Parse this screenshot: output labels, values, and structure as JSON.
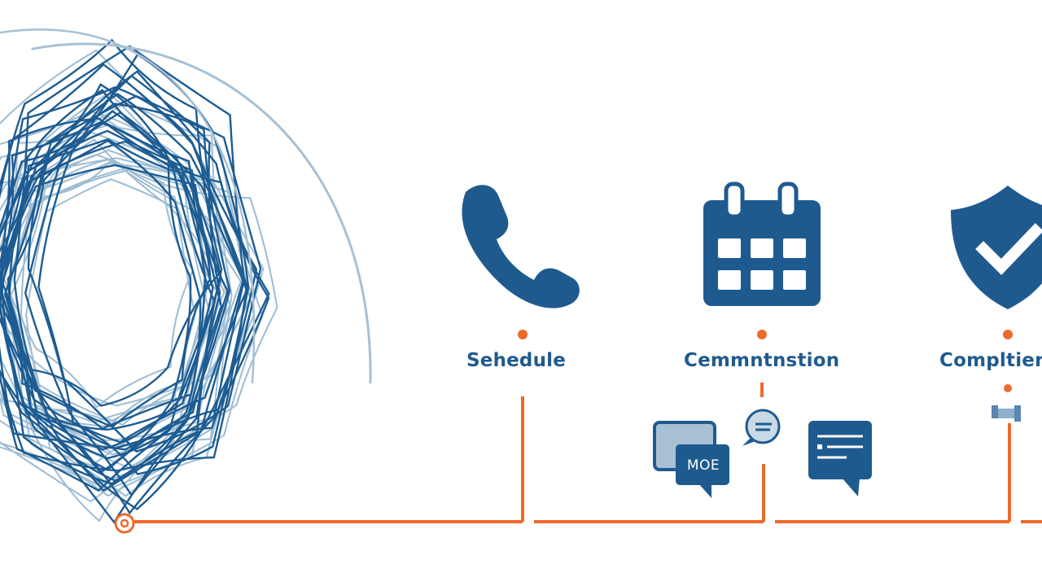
{
  "steps": [
    {
      "label": "Sehedule",
      "icon": "phone-icon"
    },
    {
      "label": "Cemmntnstion",
      "icon": "calendar-icon"
    },
    {
      "label": "Compltien",
      "icon": "shield-check-icon"
    }
  ],
  "bubble_text": "MOE",
  "colors": {
    "primary": "#1f5a8f",
    "accent": "#ee6a2c",
    "light_blue": "#a7c0d4",
    "scribble_dark": "#1d5c92",
    "scribble_light": "#9dbcd3"
  }
}
